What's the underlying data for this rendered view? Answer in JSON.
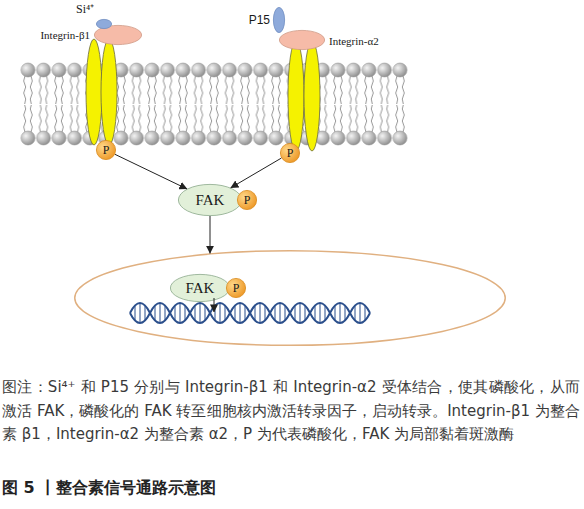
{
  "diagram": {
    "caption": "图 5 丨整合素信号通路示意图",
    "nodes": [
      {
        "text": [
          "Si⁴⁺"
        ]
      },
      {
        "text": [
          "Integrin-β1"
        ]
      },
      {
        "text": [
          "P"
        ]
      },
      {
        "text": [
          "P15"
        ]
      },
      {
        "text": [
          "Integrin-α2"
        ]
      },
      {
        "text": [
          "P"
        ]
      },
      {
        "text": [
          "FAK"
        ]
      },
      {
        "text": [
          "P"
        ]
      },
      {
        "text": []
      },
      {
        "text": [
          "FAK"
        ],
        "in": 8
      },
      {
        "text": [
          "P"
        ],
        "in": 8
      }
    ],
    "edges": [
      {
        "from": 2,
        "to": 6,
        "arrow": "to"
      },
      {
        "from": 5,
        "to": 6,
        "arrow": "to"
      },
      {
        "from": 6,
        "to": 8,
        "arrow": "to"
      }
    ],
    "labels": [
      "图注：Si⁴⁺ 和 P15 分别与 Integrin-β1 和 Integrin-α2 受体结合，使其磷酸化，从而激活 FAK，磷酸化的 FAK 转至细胞核内激活转录因子，启动转录。Integrin-β1 为整合素 β1，Integrin-α2 为整合素 α2，P 为代表磷酸化，FAK 为局部黏着斑激酶"
    ]
  }
}
